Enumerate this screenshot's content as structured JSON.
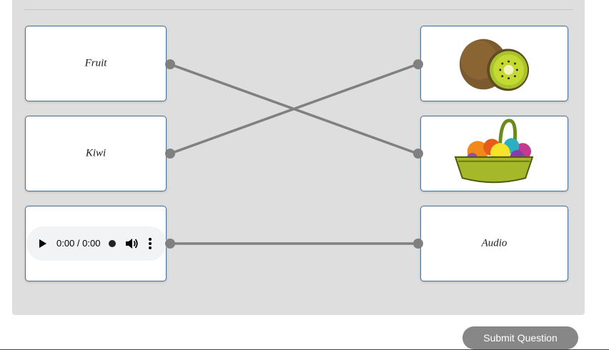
{
  "matching": {
    "left_items": [
      {
        "label": "Fruit"
      },
      {
        "label": "Kiwi"
      },
      {
        "type": "audio",
        "time": "0:00 / 0:00"
      }
    ],
    "right_items": [
      {
        "type": "image",
        "icon": "kiwi-fruit-icon"
      },
      {
        "type": "image",
        "icon": "fruit-basket-icon"
      },
      {
        "label": "Audio"
      }
    ],
    "connections": [
      {
        "from": "Fruit",
        "to": "fruit-basket-image"
      },
      {
        "from": "Kiwi",
        "to": "kiwi-fruit-image"
      },
      {
        "from": "audio-player",
        "to": "Audio"
      }
    ]
  },
  "submit_label": "Submit Question",
  "colors": {
    "panel": "#dedede",
    "line": "#808080",
    "card_border": "#4e6f8e",
    "button": "#878787"
  }
}
